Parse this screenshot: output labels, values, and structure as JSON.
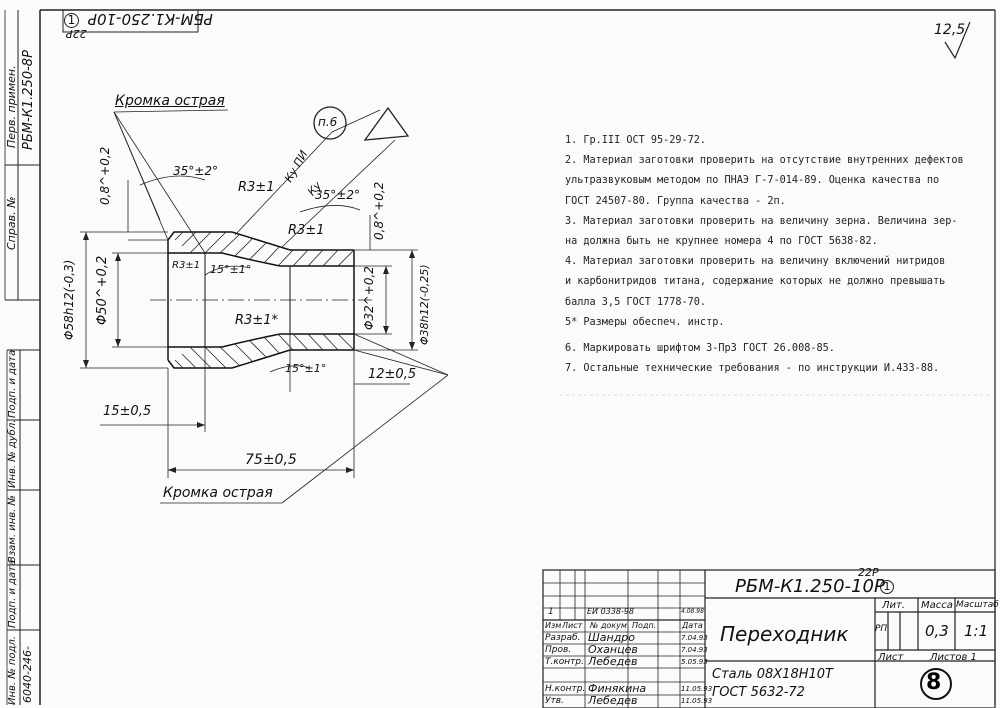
{
  "roughness": "12,5",
  "top_stamp": {
    "code": "РБМ-К1.250-10Р",
    "code_new": "22Р",
    "circle": "1"
  },
  "left_strip": {
    "perv_label": "Перв. примен.",
    "perv_value": "РБМ-К1.250-8Р",
    "sprav_label": "Справ. №",
    "labels": [
      "Подп. и дата",
      "Инв. № дубл.",
      "Взам. инв. №",
      "Подп. и дата",
      "Инв. № подл."
    ],
    "inv_value": "6040-246-"
  },
  "drawing": {
    "edge_label_top": "Кромка острая",
    "edge_label_bottom": "Кромка острая",
    "point_ref": "п.6",
    "chamfer_top_left": "35°±2°",
    "chamfer_top_right": "35°±2°",
    "radius_1": "R3±1",
    "radius_2": "R3±1",
    "radius_3": "R3±1",
    "radius_4": "R3±1*",
    "angle_1": "15°±1°",
    "angle_2": "15°±1°",
    "mark_ku": "Ку",
    "mark_ku_pv": "Ку ПИ",
    "dim_08_left": "0,8^+0,2",
    "dim_08_right": "0,8^+0,2",
    "dia_58": "Φ58h12(-0,3)",
    "dia_50": "Φ50^+0,2",
    "dia_32": "Φ32^+0,2",
    "dia_38": "Φ38h12(-0,25)",
    "len_15": "15±0,5",
    "len_75": "75±0,5",
    "len_12": "12±0,5"
  },
  "notes": [
    "1. Гр.III ОСТ 95-29-72.",
    "2. Материал заготовки проверить на отсутствие внутренних дефектов",
    "ультразвуковым методом по ПНАЭ Г-7-014-89. Оценка качества по",
    "ГОСТ 24507-80. Группа качества - 2п.",
    "3. Материал заготовки проверить на величину зерна. Величина зер-",
    "на должна быть не крупнее номера 4 по ГОСТ 5638-82.",
    "4. Материал заготовки проверить на величину включений нитридов",
    "и карбонитридов титана, содержание которых не должно превышать",
    "балла 3,5 ГОСТ 1778-70.",
    "5* Размеры обеспеч. инстр.",
    "6. Маркировать шрифтом 3-Пр3 ГОСТ 26.008-85.",
    "7. Остальные технические требования - по инструкции И.433-88."
  ],
  "title_block": {
    "designation": "РБМ-К1.250-10Р",
    "designation_new": "22Р",
    "designation_circle": "1",
    "name": "Переходник",
    "material_line1": "Сталь 08Х18Н10Т",
    "material_line2": "ГОСТ 5632-72",
    "lit_label": "Лит.",
    "mass_label": "Масса",
    "scale_label": "Масштаб",
    "lit_value": "РП",
    "mass_value": "0,3",
    "scale_value": "1:1",
    "sheet_label": "Лист",
    "sheets_label": "Листов 1",
    "format_num": "8",
    "change_row": {
      "num": "1",
      "doc": "ЕИ 0338-98",
      "date": "4.08.98"
    },
    "header_row": [
      "Изм",
      "Лист",
      "№ докум.",
      "Подп.",
      "Дата"
    ],
    "roles": [
      {
        "role": "Разраб.",
        "name": "Шандро",
        "date": "7.04.93"
      },
      {
        "role": "Пров.",
        "name": "Оханцев",
        "date": "7.04.93"
      },
      {
        "role": "Т.контр.",
        "name": "Лебедев",
        "date": "5.05.93"
      },
      {
        "role": "",
        "name": "",
        "date": ""
      },
      {
        "role": "Н.контр.",
        "name": "Финякина",
        "date": "11.05.93"
      },
      {
        "role": "Утв.",
        "name": "Лебедев",
        "date": "11.05.93"
      }
    ]
  }
}
